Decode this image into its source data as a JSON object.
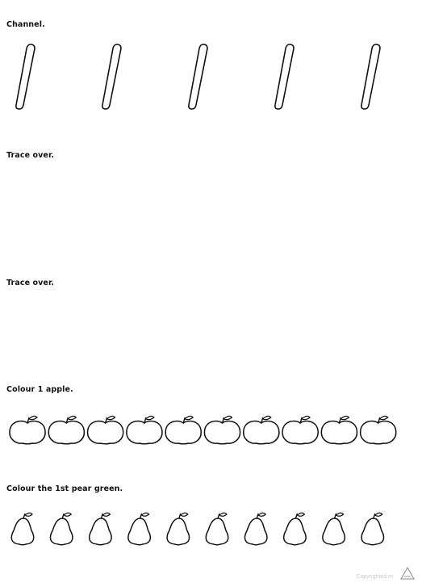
{
  "sections": {
    "channel": {
      "instruction": "Channel.",
      "stroke_count": 5
    },
    "trace_1": {
      "instruction": "Trace over."
    },
    "trace_2": {
      "instruction": "Trace over."
    },
    "apples": {
      "instruction": "Colour 1 apple.",
      "count": 10
    },
    "pears": {
      "instruction": "Colour the 1st pear green.",
      "count": 10
    }
  },
  "footer": {
    "copyright": "Copyrighted m"
  },
  "colors": {
    "ink": "#111111",
    "footer": "#c9c9c9"
  }
}
